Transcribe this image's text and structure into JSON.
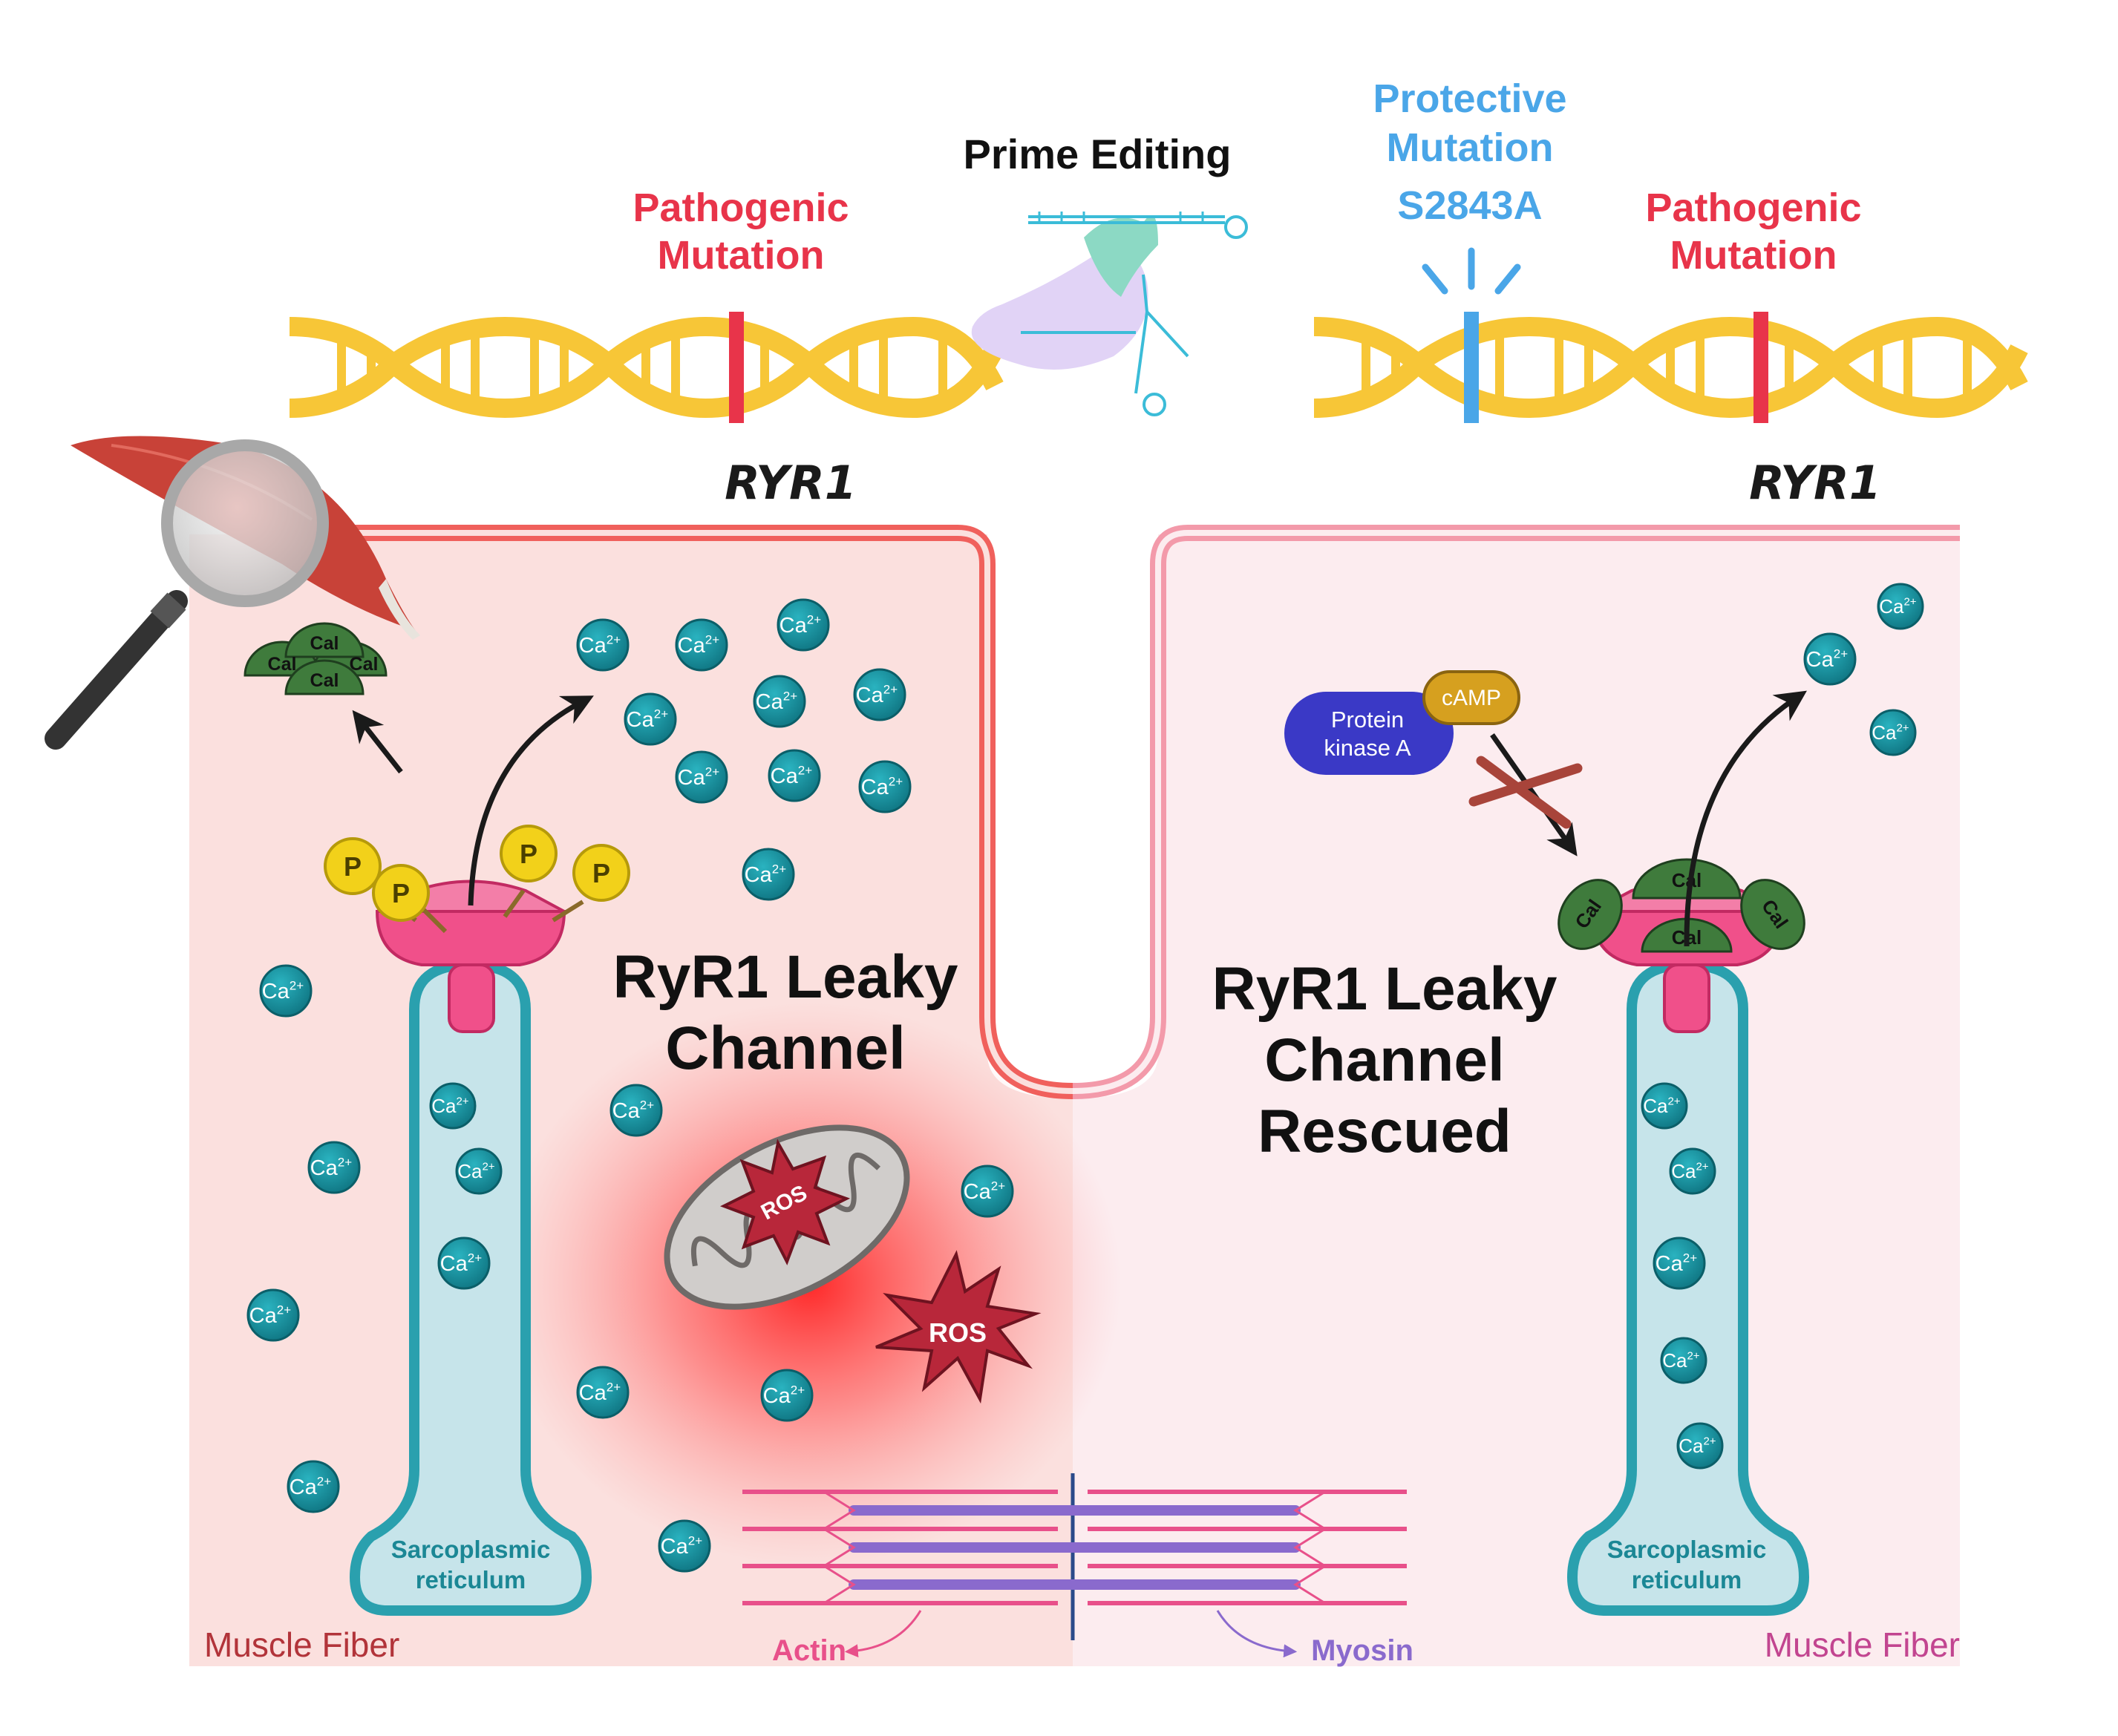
{
  "labels": {
    "prime_editing": "Prime Editing",
    "pathogenic_left_1": "Pathogenic",
    "pathogenic_left_2": "Mutation",
    "protective_1": "Protective",
    "protective_2": "Mutation",
    "protective_3": "S2843A",
    "pathogenic_right_1": "Pathogenic",
    "pathogenic_right_2": "Mutation",
    "gene_left": "RYR1",
    "gene_right": "RYR1",
    "leaky_1": "RyR1 Leaky",
    "leaky_2": "Channel",
    "rescued_1": "RyR1 Leaky",
    "rescued_2": "Channel",
    "rescued_3": "Rescued",
    "sr_left_1": "Sarcoplasmic",
    "sr_left_2": "reticulum",
    "sr_right_1": "Sarcoplasmic",
    "sr_right_2": "reticulum",
    "muscle_fiber_left": "Muscle Fiber",
    "muscle_fiber_right": "Muscle Fiber",
    "actin": "Actin",
    "myosin": "Myosin",
    "pka_1": "Protein",
    "pka_2": "kinase A",
    "camp": "cAMP",
    "ros": "ROS",
    "calcium": "Ca",
    "calcium_charge": "2+",
    "phosphate": "P",
    "calmodulin": "Cal"
  },
  "colors": {
    "pathogenic": "#e8344a",
    "protective": "#4aa6e8",
    "dna": "#f7c637",
    "calcium": "#178c98",
    "channel": "#f0508a",
    "sr_fill": "#c6e4ea",
    "sr_stroke": "#2aa0ae",
    "calmodulin": "#3f7b3c",
    "phosphate": "#f2d11a",
    "ros": "#b8273a",
    "pka": "#3a39c6",
    "camp": "#d6a01f",
    "muscle_left": "#b2343a",
    "muscle_right": "#c24590",
    "actin": "#e8508a",
    "myosin": "#8a6acd"
  },
  "icons": [
    "dna-helix-icon",
    "prime-editor-icon",
    "magnifier-icon",
    "muscle-icon",
    "mitochondrion-icon",
    "ros-burst-icon",
    "inhibition-cross-icon",
    "arrow-icon"
  ]
}
